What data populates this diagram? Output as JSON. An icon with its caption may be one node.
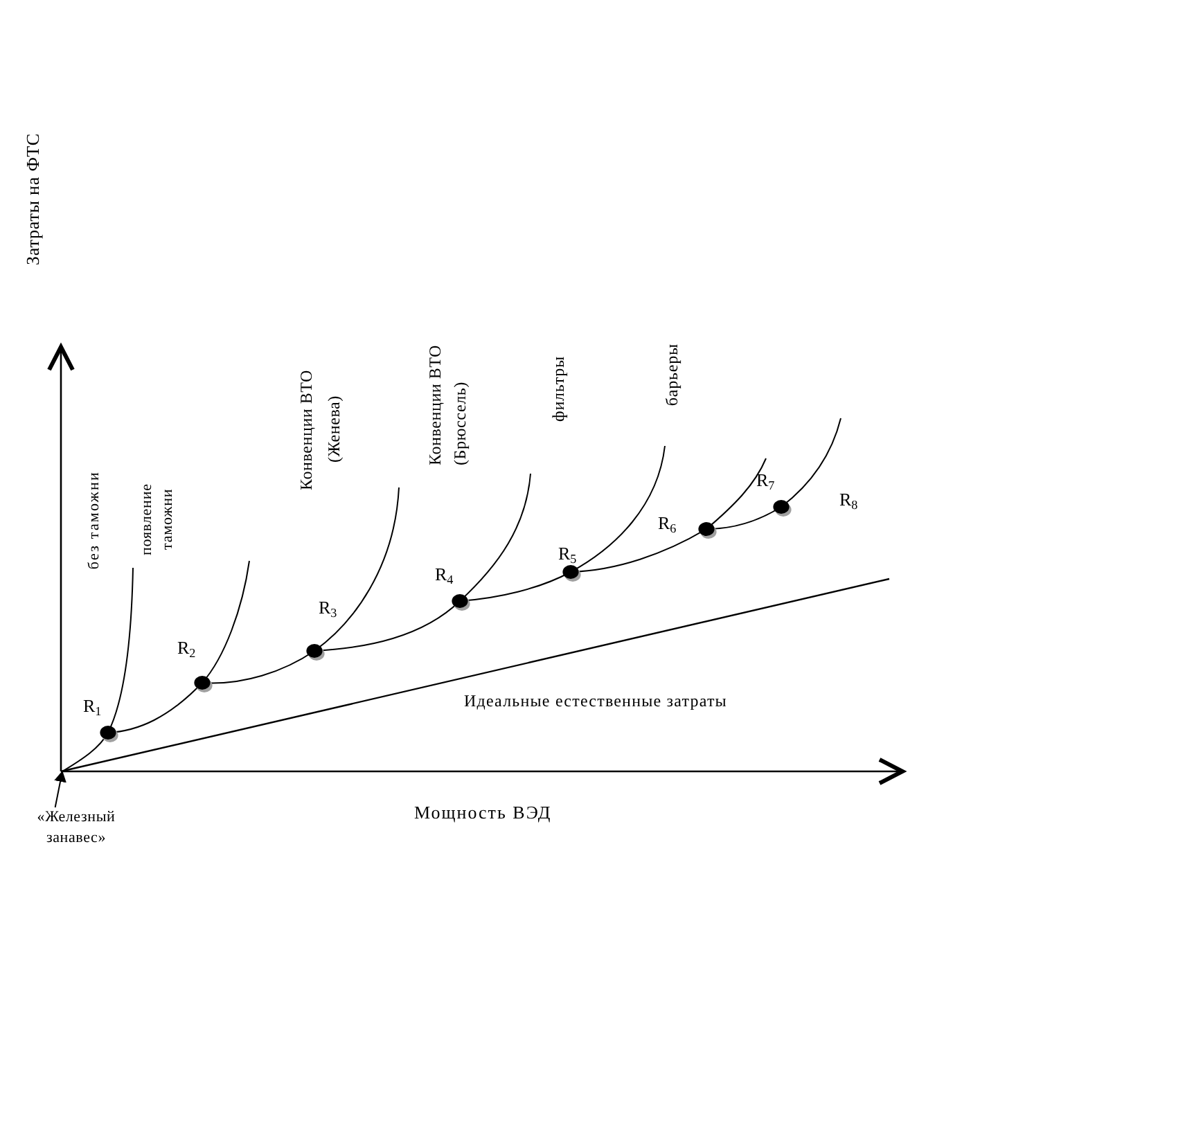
{
  "diagram": {
    "nodes": [
      {
        "text": [],
        "shape": "curve"
      },
      {
        "text": [
          "«Железный занавес»"
        ]
      }
    ],
    "edges": [
      {
        "from": 1,
        "to": 0,
        "arrow": "to"
      }
    ],
    "labels": [
      "Затраты на ФТС",
      "без таможни",
      "появление таможни",
      "Конвенции ВТО (Женева)",
      "Конвенции ВТО (Брюссель)",
      "фильтры",
      "барьеры",
      "R$_{1}$",
      "R$_{2}$",
      "R$_{3}$",
      "R$_{4}$",
      "R$_{5}$",
      "R$_{6}$",
      "R$_{7}$",
      "R$_{8}$",
      "Идеальные естественные затраты",
      "Мощность ВЭД"
    ]
  }
}
